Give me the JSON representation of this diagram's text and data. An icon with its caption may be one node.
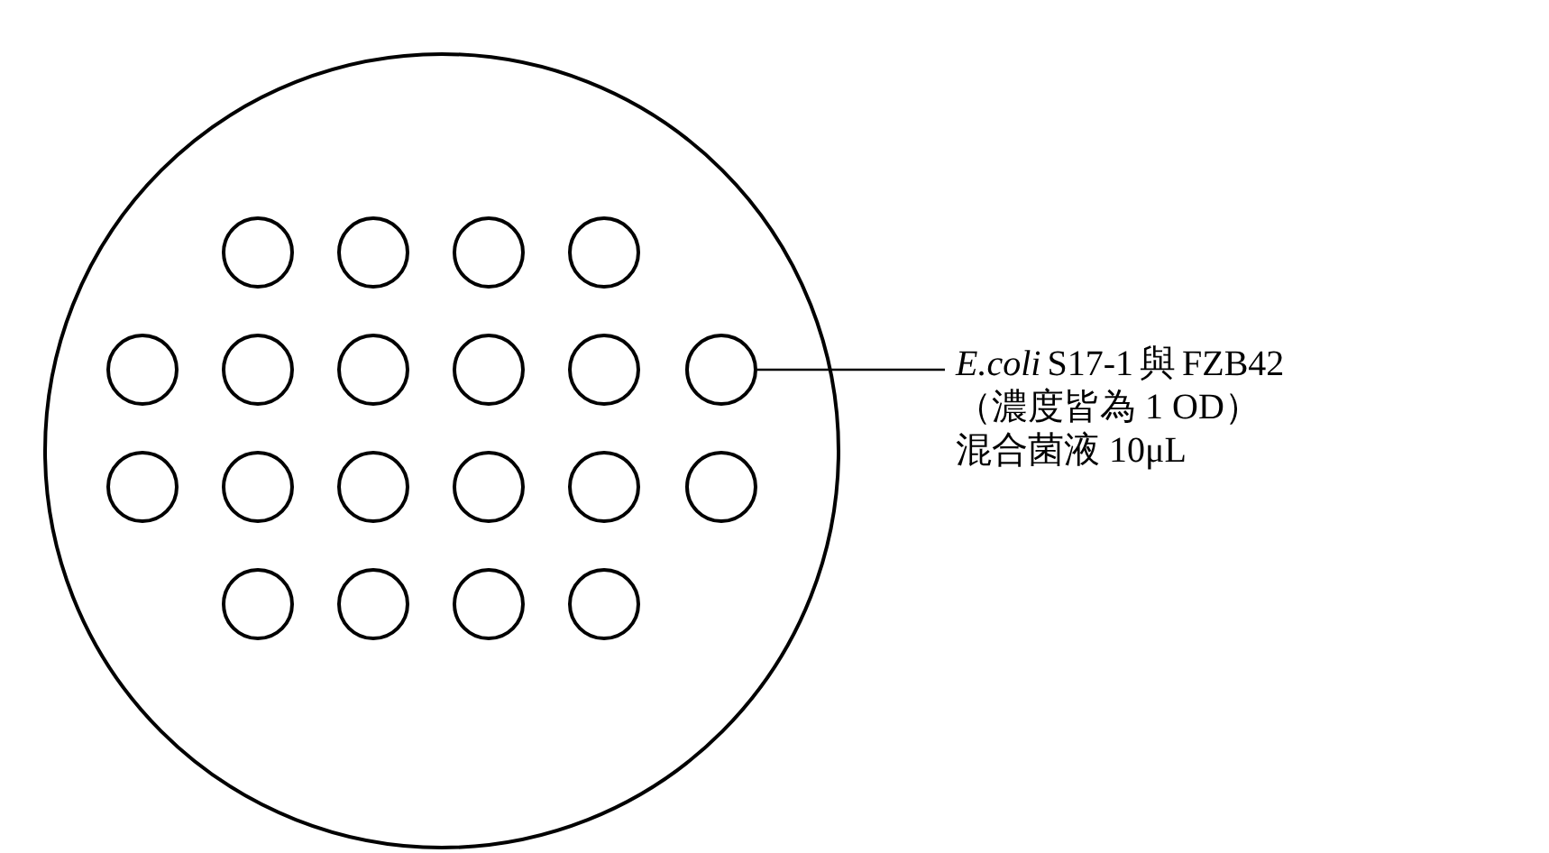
{
  "diagram": {
    "nodes": [
      {
        "text": [],
        "shape": "circle"
      },
      {
        "text": [],
        "shape": "circle",
        "in": 0
      },
      {
        "text": [],
        "shape": "circle",
        "in": 0
      },
      {
        "text": [],
        "shape": "circle",
        "in": 0
      },
      {
        "text": [],
        "shape": "circle",
        "in": 0
      },
      {
        "text": [],
        "shape": "circle",
        "in": 0
      },
      {
        "text": [],
        "shape": "circle",
        "in": 0
      },
      {
        "text": [],
        "shape": "circle",
        "in": 0
      },
      {
        "text": [],
        "shape": "circle",
        "in": 0
      },
      {
        "text": [],
        "shape": "circle",
        "in": 0
      },
      {
        "text": [],
        "shape": "circle",
        "in": 0
      },
      {
        "text": [],
        "shape": "circle",
        "in": 0
      },
      {
        "text": [],
        "shape": "circle",
        "in": 0
      },
      {
        "text": [],
        "shape": "circle",
        "in": 0
      },
      {
        "text": [],
        "shape": "circle",
        "in": 0
      },
      {
        "text": [],
        "shape": "circle",
        "in": 0
      },
      {
        "text": [],
        "shape": "circle",
        "in": 0
      },
      {
        "text": [],
        "shape": "circle",
        "in": 0
      },
      {
        "text": [],
        "shape": "circle",
        "in": 0
      },
      {
        "text": [],
        "shape": "circle",
        "in": 0
      },
      {
        "text": [],
        "shape": "circle",
        "in": 0
      },
      {
        "text": [
          "*E.coli* S17-1 與 FZB42（濃度皆為 1 OD）混合菌液 10μL"
        ]
      }
    ],
    "edges": [
      {
        "from": 21,
        "to": 10,
        "arrow": "none"
      }
    ]
  }
}
